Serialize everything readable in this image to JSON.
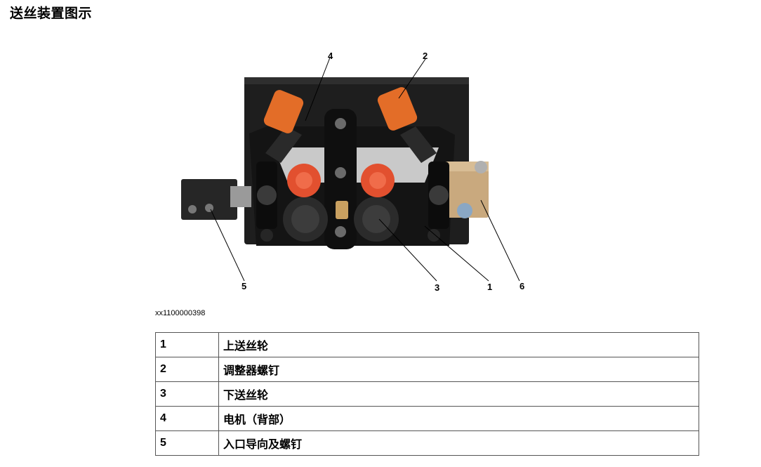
{
  "title": "送丝装置图示",
  "figure": {
    "id": "xx1100000398",
    "callouts": [
      "1",
      "2",
      "3",
      "4",
      "5",
      "6"
    ]
  },
  "legend": [
    {
      "num": "1",
      "text": "上送丝轮"
    },
    {
      "num": "2",
      "text": "调整器螺钉"
    },
    {
      "num": "3",
      "text": "下送丝轮"
    },
    {
      "num": "4",
      "text": "电机（背部）"
    },
    {
      "num": "5",
      "text": "入口导向及螺钉"
    }
  ]
}
